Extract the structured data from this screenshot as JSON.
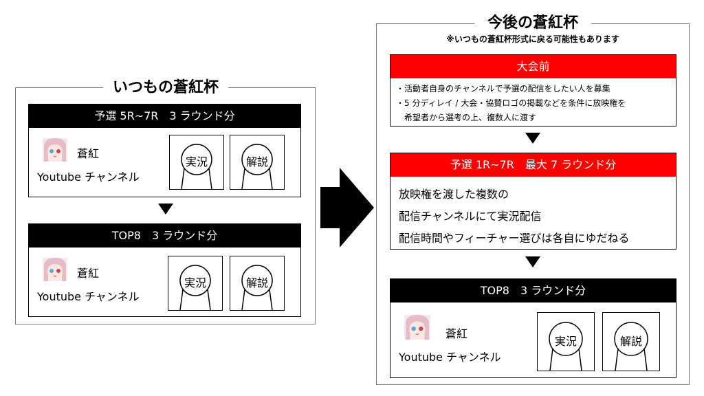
{
  "left_panel": {
    "title": "いつもの蒼紅杯",
    "qualifier": {
      "header": "予選 5R~7R　3 ラウンド分",
      "streamer_name": "蒼紅",
      "channel_label": "Youtube チャンネル",
      "roles": [
        "実況",
        "解説"
      ]
    },
    "top8": {
      "header": "TOP8　3 ラウンド分",
      "streamer_name": "蒼紅",
      "channel_label": "Youtube チャンネル",
      "roles": [
        "実況",
        "解説"
      ]
    }
  },
  "right_panel": {
    "title": "今後の蒼紅杯",
    "note": "※いつもの蒼紅杯形式に戻る可能性もあります",
    "pre_event": {
      "header": "大会前",
      "lines": [
        "・活動者自身のチャンネルで予選の配信をしたい人を募集",
        "・5 分ディレイ / 大会・協賛ロゴの掲載などを条件に放映権を",
        "　希望者から選考の上、複数人に渡す"
      ]
    },
    "qualifier": {
      "header": "予選 1R~7R　最大 7 ラウンド分",
      "lines": [
        "放映権を渡した複数の",
        "配信チャンネルにて実況配信",
        "配信時間やフィーチャー選びは各自にゆだねる"
      ]
    },
    "top8": {
      "header": "TOP8　3 ラウンド分",
      "streamer_name": "蒼紅",
      "channel_label": "Youtube チャンネル",
      "roles": [
        "実況",
        "解説"
      ]
    }
  },
  "colors": {
    "black_header": "#000000",
    "red_header": "#ff0000",
    "frame": "#7a7a7a",
    "hair": "#e8bcc6",
    "eye_left": "#56a6dc",
    "eye_right": "#d34252"
  },
  "icons": {
    "transition": "right-arrow-icon",
    "flow": "down-triangle-icon",
    "avatar": "anime-girl-avatar",
    "role_card": "bust-silhouette"
  }
}
